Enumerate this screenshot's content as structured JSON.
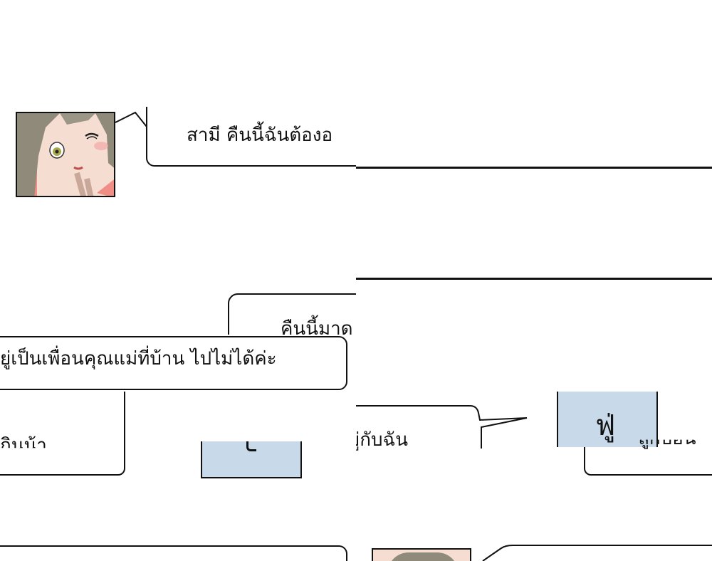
{
  "panels": {
    "top_left": {
      "bubble_text": "สามี คืนนี้ฉันต้องอยู่",
      "bubble_text_visible": "สามี คืนนี้ฉันต้องอ",
      "portrait": "woman-winking"
    },
    "mid_left": {
      "bubble_text_visible": "คืนนี้มาด"
    },
    "mid_wide": {
      "bubble_text_visible": "ยู่เป็นเพื่อนคุณแม่ที่บ้าน ไปไม่ได้ค่ะ"
    },
    "lower_left": {
      "bubble_text_visible": "ยู่กับฉัน",
      "cut_text_visible": "ลูกบอน"
    },
    "lower_right": {
      "sfx_text": "ฟู่",
      "cut_text_visible": "กินน้า"
    }
  },
  "colors": {
    "sfx_box": "#c8d9ea",
    "skin": "#f6ddd1",
    "hair": "#8f8a7a",
    "shirt": "#f08e86",
    "eye": "#a8a84a"
  }
}
